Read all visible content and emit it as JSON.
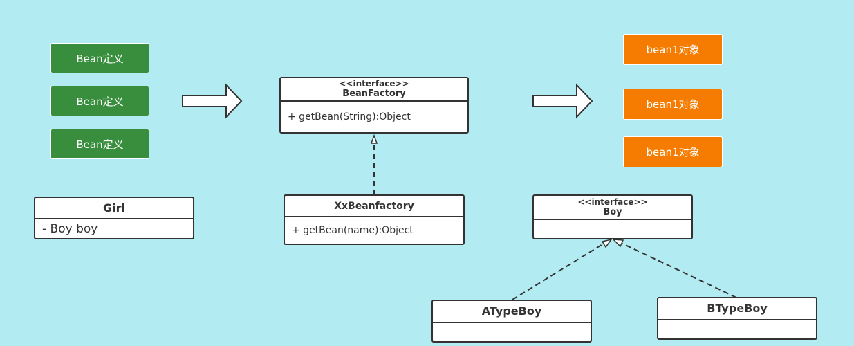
{
  "bean_definitions": [
    "Bean定义",
    "Bean定义",
    "Bean定义"
  ],
  "bean_objects": [
    "bean1对象",
    "bean1对象",
    "bean1对象"
  ],
  "bean_factory": {
    "stereotype": "<<interface>>",
    "name": "BeanFactory",
    "method": "+ getBean(String):Object"
  },
  "xx_beanfactory": {
    "name": "XxBeanfactory",
    "method": "+ getBean(name):Object"
  },
  "girl": {
    "name": "Girl",
    "field": "- Boy boy"
  },
  "boy": {
    "stereotype": "<<interface>>",
    "name": "Boy"
  },
  "atypeboy": {
    "name": "ATypeBoy"
  },
  "btypeboy": {
    "name": "BTypeBoy"
  },
  "colors": {
    "background": "#b2ebf2",
    "bean_definition": "#388e3c",
    "bean_object": "#f57c00",
    "class_border": "#333333"
  }
}
